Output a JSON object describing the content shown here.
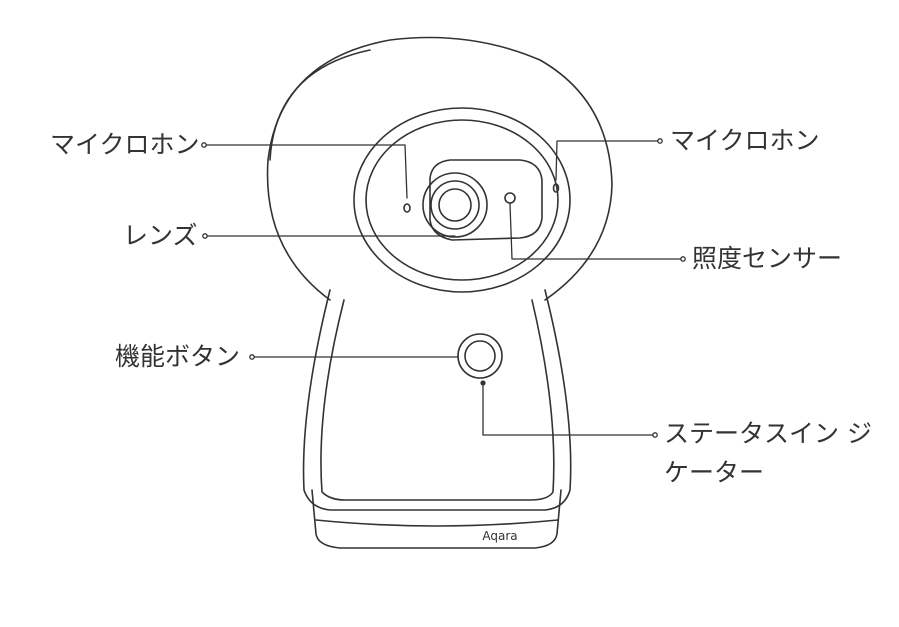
{
  "labels": {
    "mic_left": "マイクロホン",
    "mic_right": "マイクロホン",
    "lens": "レンズ",
    "light_sensor": "照度センサー",
    "function_button": "機能ボタン",
    "status_indicator_line1": "ステータスイン ジ",
    "status_indicator_line2": "ケーター"
  },
  "brand": "Aqara",
  "colors": {
    "line": "#333333",
    "text": "#333333",
    "background": "#ffffff"
  }
}
